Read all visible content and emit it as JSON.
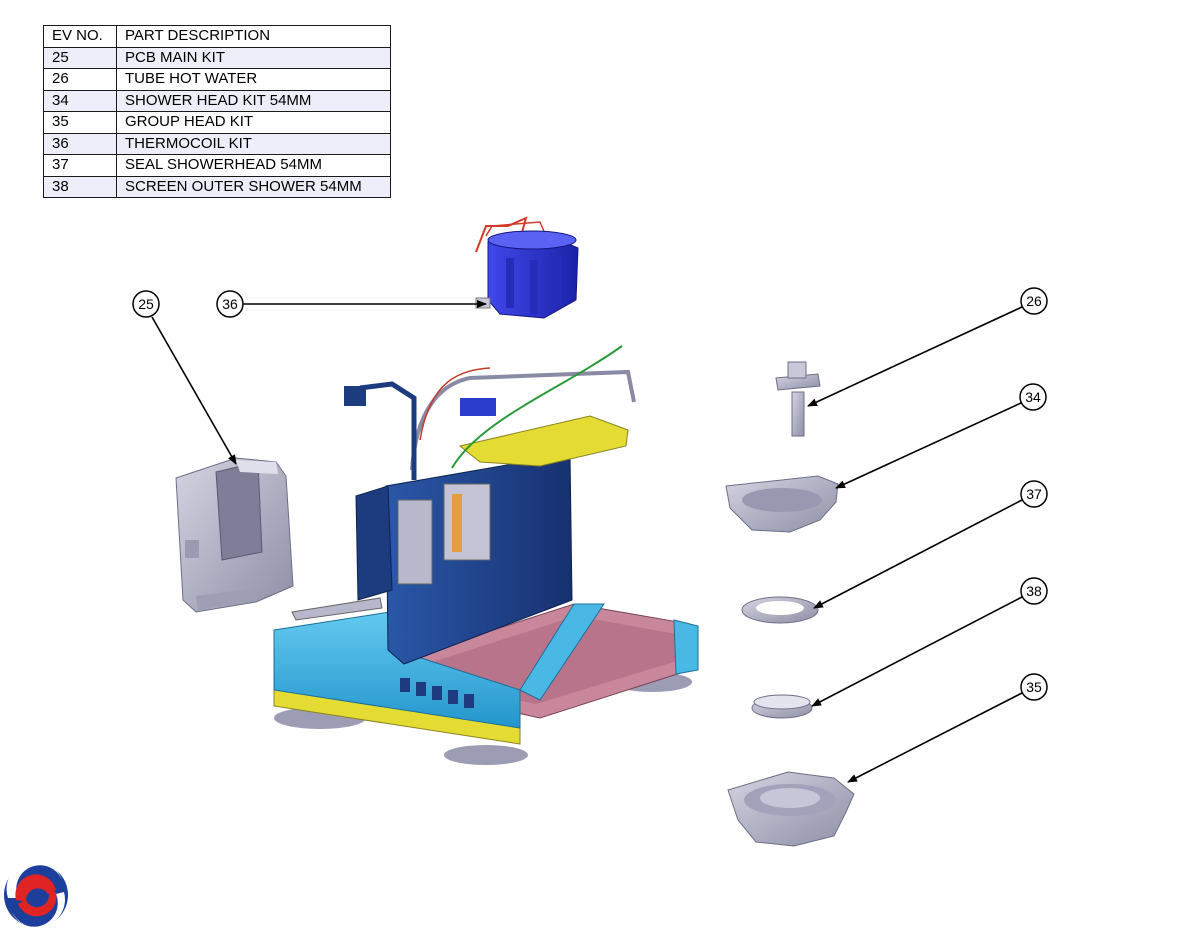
{
  "parts_table": {
    "headers": [
      "EV NO.",
      "PART DESCRIPTION"
    ],
    "rows": [
      {
        "no": "25",
        "description": "PCB MAIN KIT"
      },
      {
        "no": "26",
        "description": "TUBE HOT WATER"
      },
      {
        "no": "34",
        "description": "SHOWER HEAD KIT 54MM"
      },
      {
        "no": "35",
        "description": "GROUP HEAD KIT"
      },
      {
        "no": "36",
        "description": "THERMOCOIL KIT"
      },
      {
        "no": "37",
        "description": "SEAL SHOWERHEAD 54MM"
      },
      {
        "no": "38",
        "description": "SCREEN OUTER SHOWER 54MM"
      }
    ]
  },
  "callouts": [
    {
      "id": "25"
    },
    {
      "id": "36"
    },
    {
      "id": "26"
    },
    {
      "id": "34"
    },
    {
      "id": "37"
    },
    {
      "id": "38"
    },
    {
      "id": "35"
    }
  ],
  "colors": {
    "base_blue": "#3fb6e6",
    "frame_navy": "#1d3c80",
    "tray_pink": "#c9879b",
    "trim_yellow": "#e4dc33",
    "thermocoil_blue": "#2b33d4",
    "part_grey": "#b4b4c8",
    "logo_blue": "#1d3f9c",
    "logo_red": "#e02424"
  }
}
